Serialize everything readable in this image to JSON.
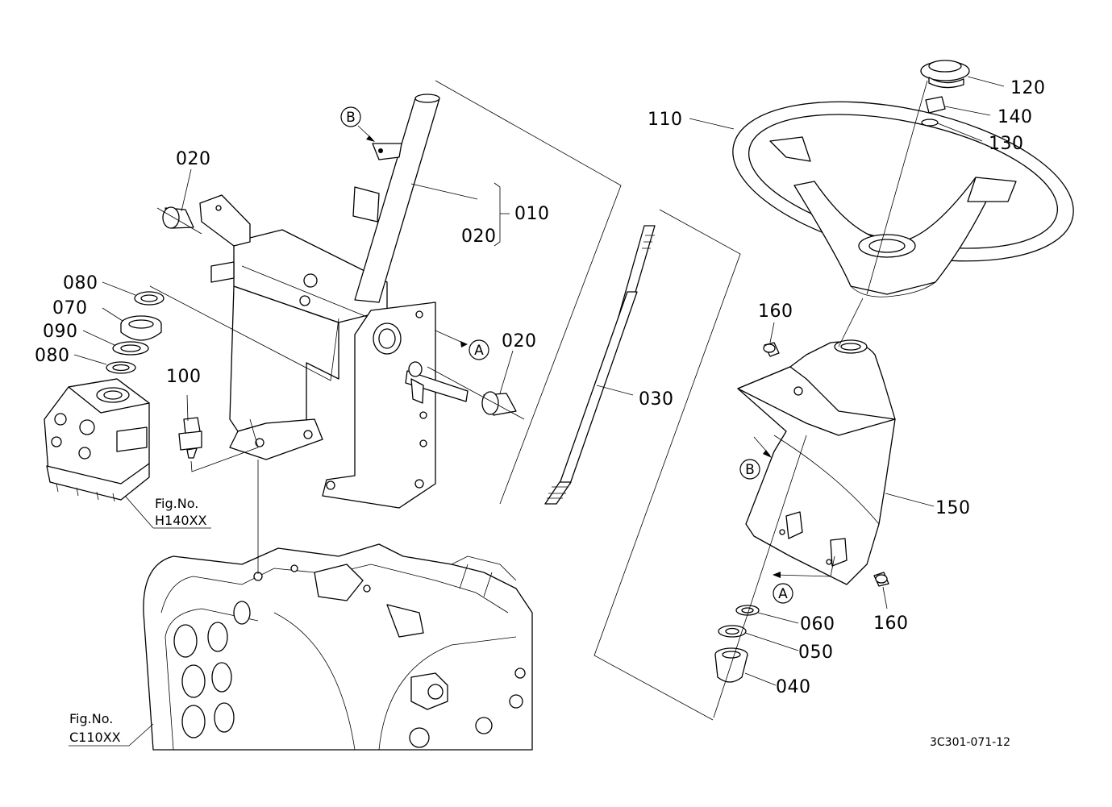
{
  "drawing_code": "3C301-071-12",
  "part_labels": {
    "p010": "010",
    "p020_a": "020",
    "p020_b": "020",
    "p020_c": "020",
    "p030": "030",
    "p040": "040",
    "p050": "050",
    "p060": "060",
    "p070": "070",
    "p080_a": "080",
    "p080_b": "080",
    "p090": "090",
    "p100": "100",
    "p110": "110",
    "p120": "120",
    "p130": "130",
    "p140": "140",
    "p150": "150",
    "p160_a": "160",
    "p160_b": "160"
  },
  "callouts": {
    "a1": "A",
    "a2": "A",
    "b1": "B",
    "b2": "B"
  },
  "figure_refs": {
    "h140_label": "Fig.No.",
    "h140_code": "H140XX",
    "c110_label": "Fig.No.",
    "c110_code": "C110XX"
  }
}
